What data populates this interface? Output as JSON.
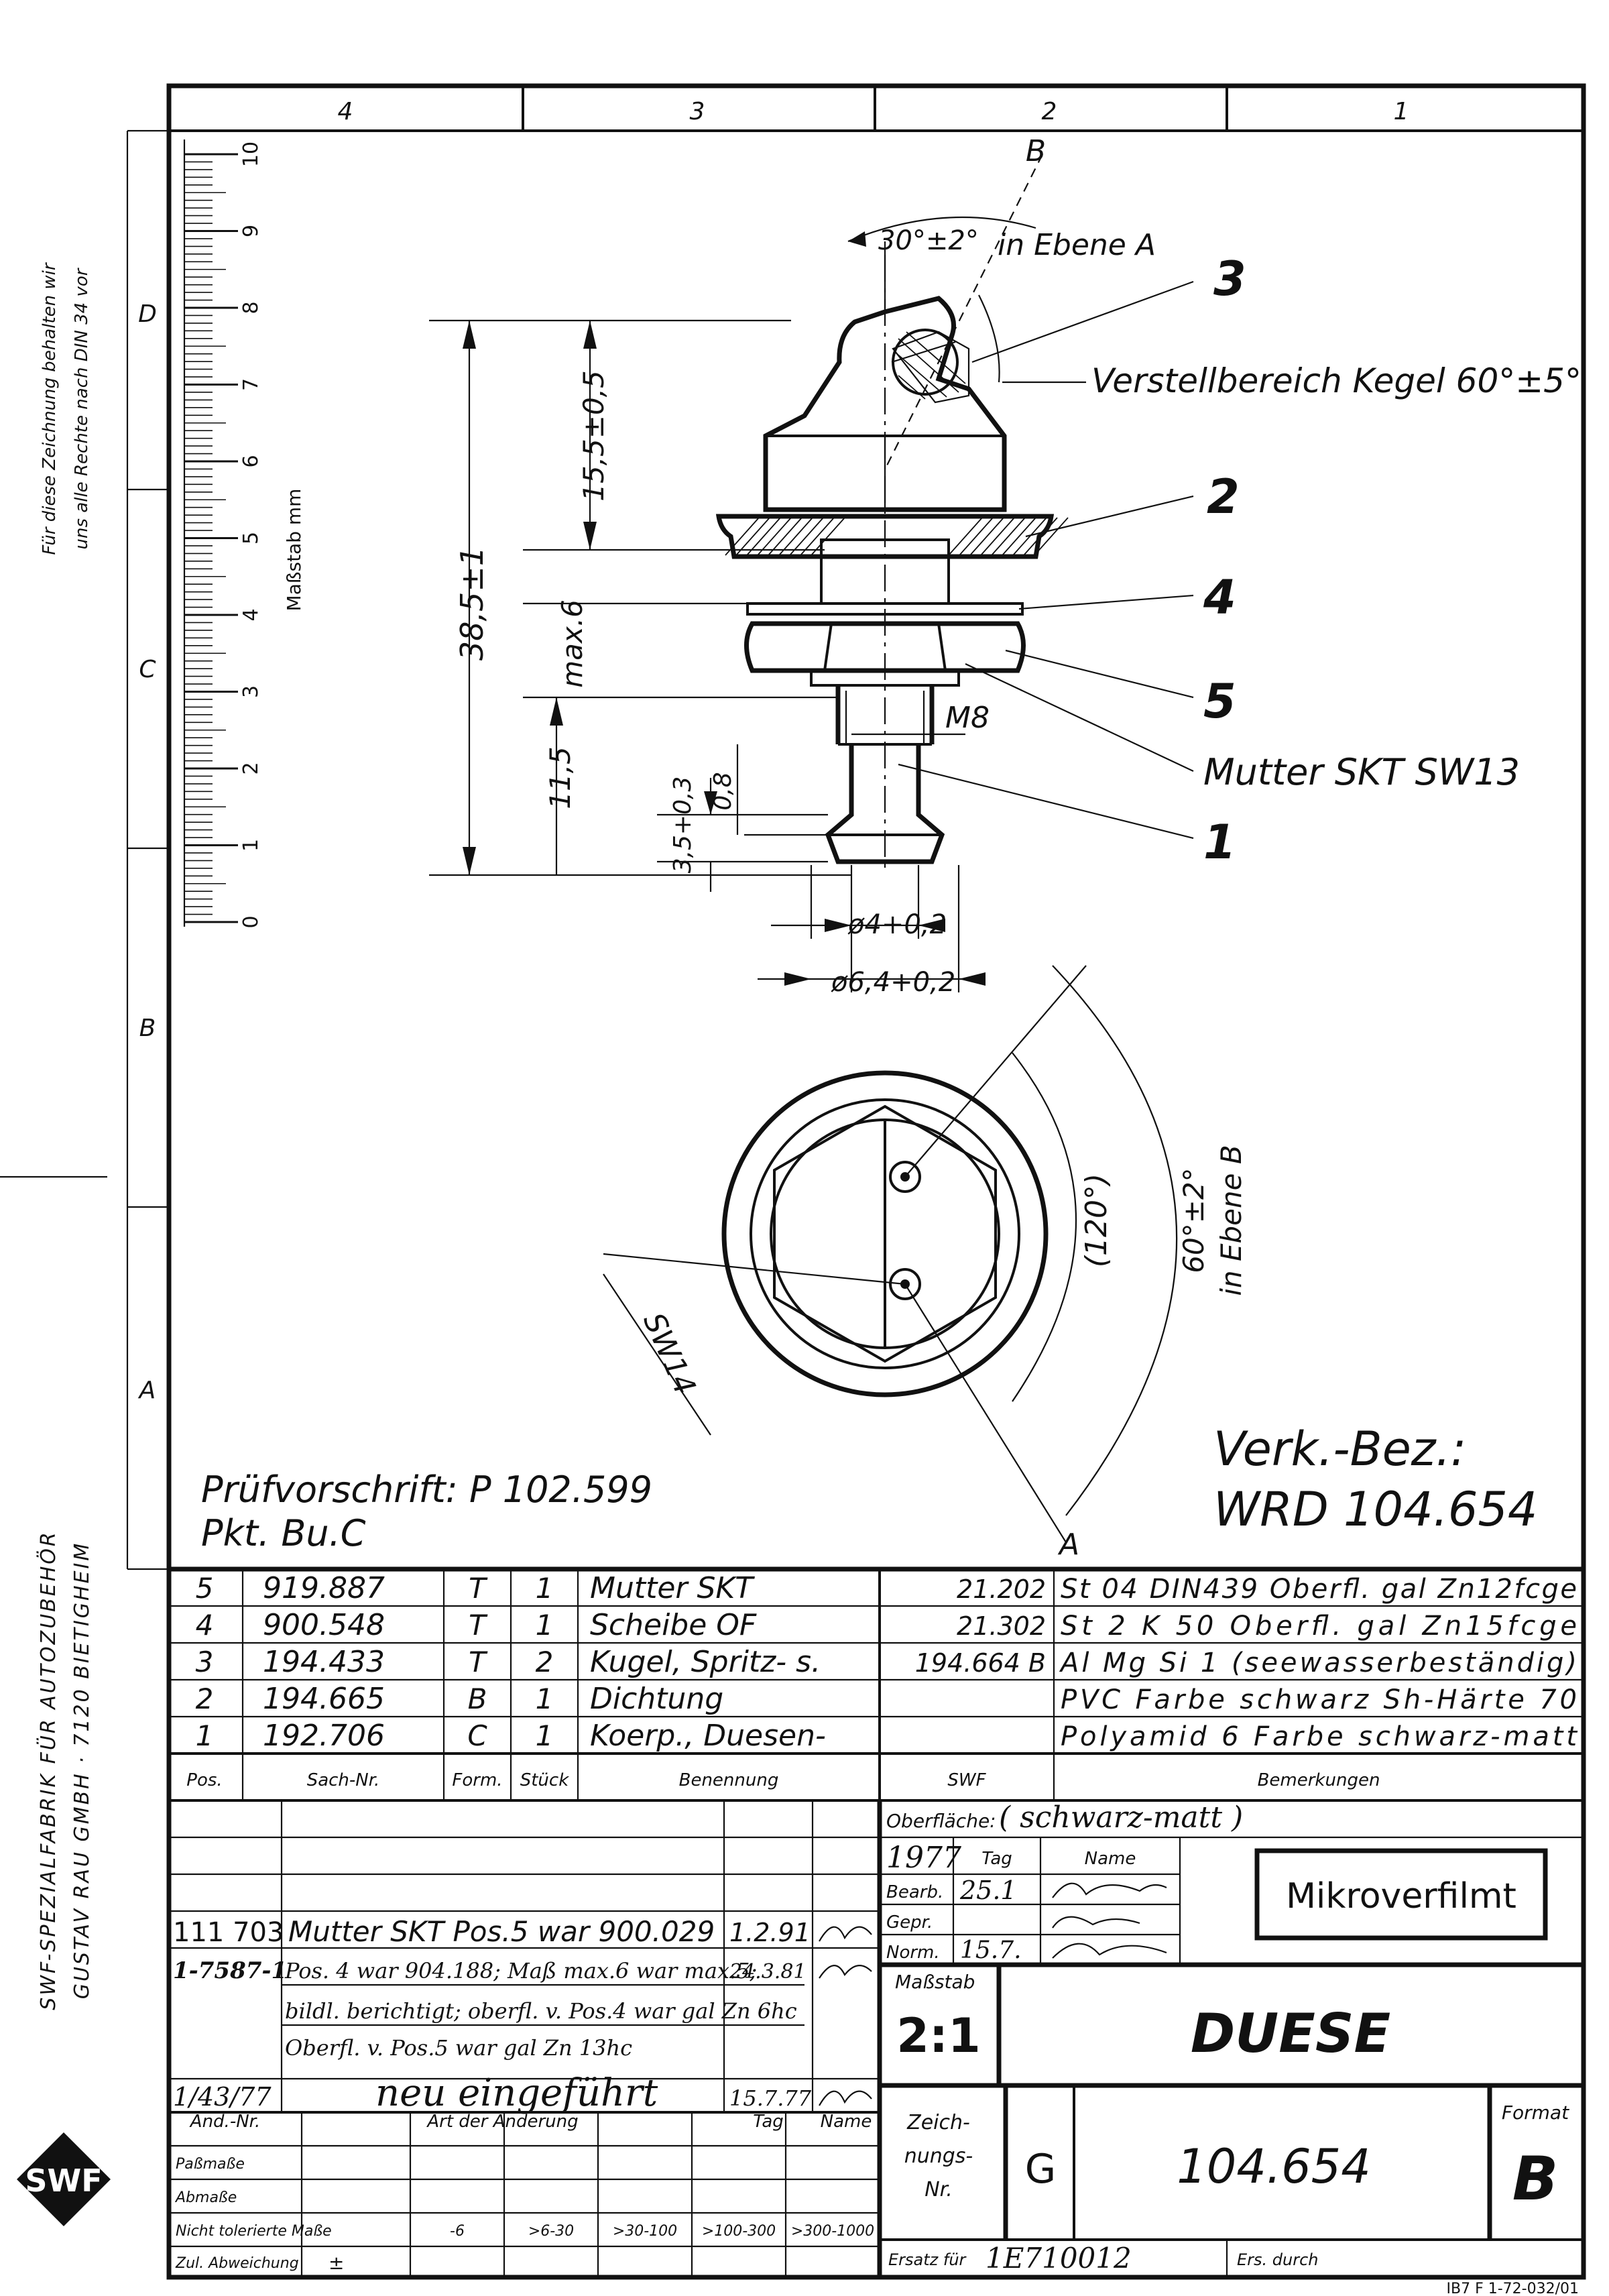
{
  "frame": {
    "columns": [
      "4",
      "3",
      "2",
      "1"
    ],
    "rows": [
      "D",
      "C",
      "B",
      "A"
    ]
  },
  "left_margin": {
    "rights_note": [
      "Für diese Zeichnung behalten wir",
      "uns alle Rechte nach DIN 34 vor"
    ],
    "company": [
      "SWF-SPEZIALFABRIK FÜR AUTOZUBEHÖR",
      "GUSTAV RAU GMBH · 7120 BIETIGHEIM"
    ],
    "logo_text": "SWF"
  },
  "scale_ruler": {
    "label": "Maßstab mm",
    "numbers": [
      "0",
      "1",
      "2",
      "3",
      "4",
      "5",
      "6",
      "7",
      "8",
      "9",
      "10"
    ]
  },
  "drawing": {
    "section_mark_top": "B",
    "section_mark_bottom": "A",
    "angle_top": "30°±2°",
    "angle_top_plane": "in Ebene A",
    "adjust_range": "Verstellbereich Kegel 60°±5°",
    "dim_overall": "38,5±1",
    "dim_head": "15,5±0,5",
    "dim_max": "max.6",
    "dim_shank": "11,5",
    "dim_tip": "3,5+0,3",
    "dim_tip_small": "0,8",
    "thread": "M8",
    "nut_label": "Mutter SKT SW13",
    "dia_inner": "ø4+0,2",
    "dia_outer": "ø6,4+0,2",
    "sw_label": "SW14",
    "angle_view": "(120°)",
    "angle_view2": "60°±2°",
    "angle_view2_plane": "in Ebene B",
    "balloons": [
      "3",
      "2",
      "4",
      "5",
      "1"
    ],
    "test_spec": [
      "Prüfvorschrift: P 102.599",
      "Pkt. Bu.C"
    ],
    "trade_name": [
      "Verk.-Bez.:",
      "WRD 104.654"
    ]
  },
  "parts_list": {
    "headers": [
      "Pos.",
      "Sach-Nr.",
      "Form.",
      "Stück",
      "Benennung",
      "SWF",
      "Bemerkungen"
    ],
    "rows": [
      {
        "pos": "5",
        "nr": "919.887",
        "form": "T",
        "qty": "1",
        "name": "Mutter SKT",
        "swf": "21.202",
        "rem": "St 04 DIN439  Oberfl. gal Zn12fcge"
      },
      {
        "pos": "4",
        "nr": "900.548",
        "form": "T",
        "qty": "1",
        "name": "Scheibe OF",
        "swf": "21.302",
        "rem": "St 2 K 50      Oberfl. gal Zn15fcge"
      },
      {
        "pos": "3",
        "nr": "194.433",
        "form": "T",
        "qty": "2",
        "name": "Kugel, Spritz-  s.",
        "swf": "194.664 B",
        "rem": "Al Mg Si 1 (seewasserbeständig)"
      },
      {
        "pos": "2",
        "nr": "194.665",
        "form": "B",
        "qty": "1",
        "name": "Dichtung",
        "swf": "",
        "rem": "PVC Farbe schwarz Sh-Härte 70"
      },
      {
        "pos": "1",
        "nr": "192.706",
        "form": "C",
        "qty": "1",
        "name": "Koerp., Duesen-",
        "swf": "",
        "rem": "Polyamid 6 Farbe schwarz-matt"
      }
    ]
  },
  "title_block": {
    "surface_label": "Oberfläche:",
    "surface_value": "( schwarz-matt )",
    "year": "1977",
    "tag_label": "Tag",
    "name_label": "Name",
    "bearb_label": "Bearb.",
    "bearb_date": "25.1",
    "gepr_label": "Gepr.",
    "norm_label": "Norm.",
    "norm_date": "15.7.",
    "microfilm": "Mikroverfilmt",
    "scale_label": "Maßstab",
    "scale_value": "2:1",
    "title": "DUESE",
    "drawing_no_label": [
      "Zeich-",
      "nungs-",
      "Nr."
    ],
    "drawing_prefix": "G",
    "drawing_no": "104.654",
    "format_label": "Format",
    "format_value": "B",
    "replacement_label": "Ersatz für",
    "replacement_value": "1E710012",
    "replaced_by_label": "Ers. durch",
    "footer_code": "IB7 F 1-72-032/01"
  },
  "revisions": {
    "headers": [
      "Änd.-Nr.",
      "Art der Änderung",
      "Tag",
      "Name"
    ],
    "rows": [
      {
        "nr": "111 703",
        "text": "Mutter SKT Pos.5 war 900.029",
        "date": "1.2.91"
      },
      {
        "nr": "1-7587-1",
        "text": "Pos. 4 war 904.188; Maß max.6 war max.5;",
        "date": "24.3.81",
        "text2": "bildl. berichtigt; oberfl. v. Pos.4 war gal Zn 6hc",
        "text3": "Oberfl. v. Pos.5 war gal Zn 13hc"
      },
      {
        "nr": "1/43/77",
        "text": "neu eingeführt",
        "date": "15.7.77"
      }
    ]
  },
  "tolerances": {
    "rows": [
      "Paßmaße",
      "Abmaße",
      "Nicht tolerierte Maße",
      "Zul. Abweichung"
    ],
    "ranges": [
      "-6",
      ">6-30",
      ">30-100",
      ">100-300",
      ">300-1000"
    ],
    "plusminus": "±"
  }
}
